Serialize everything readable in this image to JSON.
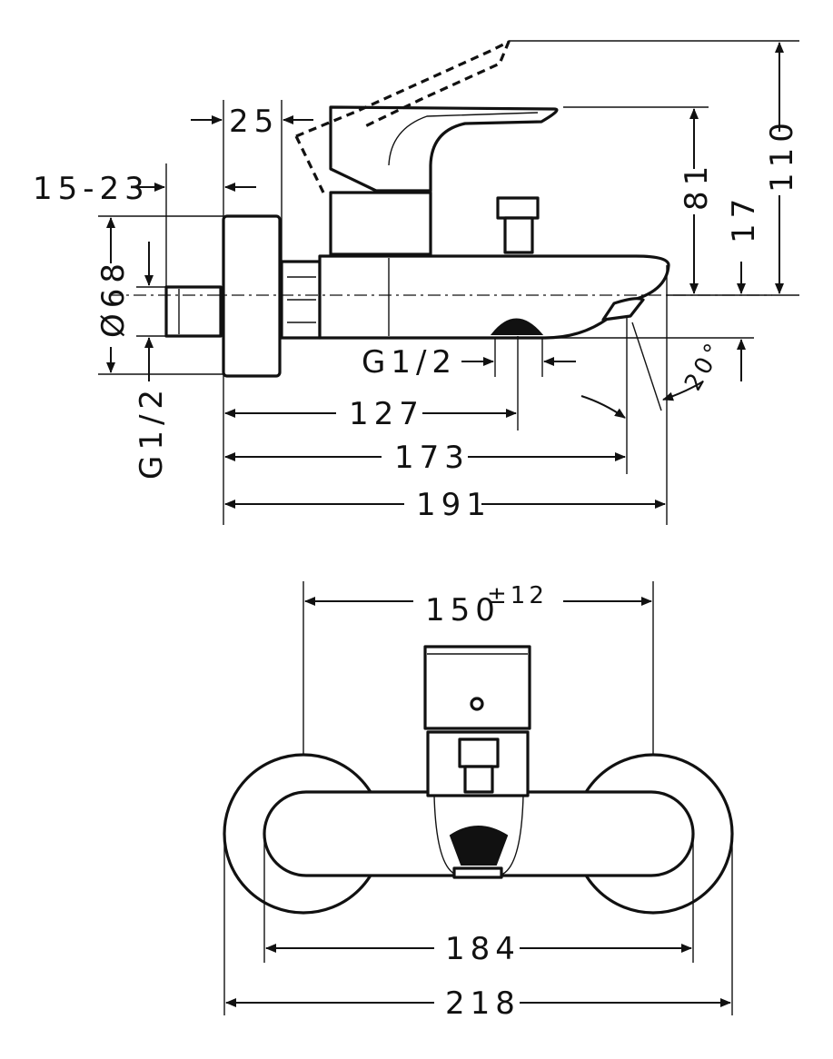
{
  "dimensions": {
    "wall_projection": "25",
    "adjust_range": "15-23",
    "flange_diameter": "Ø68",
    "inlet_thread": "G1/2",
    "outlet_thread": "G1/2",
    "handle_height": "81",
    "outlet_height": "17",
    "total_height": "110",
    "outlet_angle": "20°",
    "len_127": "127",
    "len_173": "173",
    "len_191": "191",
    "center_distance": "150",
    "center_tolerance": "±12",
    "body_width": "184",
    "total_width": "218"
  }
}
